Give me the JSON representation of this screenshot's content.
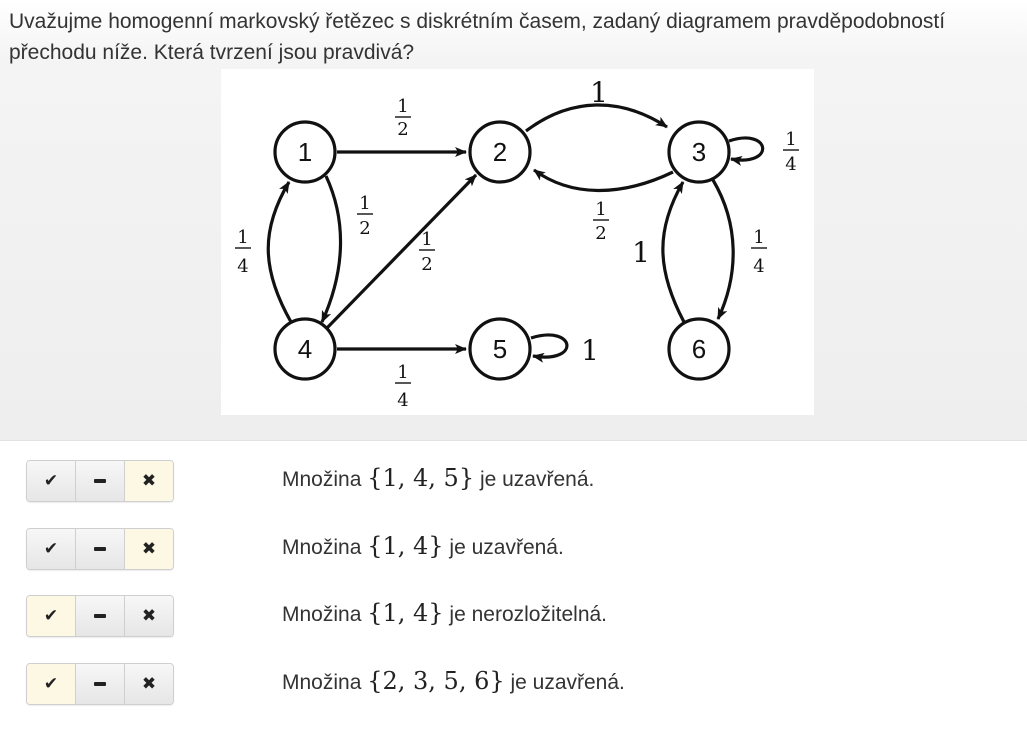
{
  "question": {
    "text": "Uvažujme homogenní markovský řetězec s diskrétním časem, zadaný diagramem pravděpodobností přechodu níže. Která tvrzení jsou pravdivá?"
  },
  "diagram": {
    "nodes": {
      "n1": "1",
      "n2": "2",
      "n3": "3",
      "n4": "4",
      "n5": "5",
      "n6": "6"
    },
    "labels": {
      "p12_num": "1",
      "p12_den": "2",
      "p23": "1",
      "p32_num": "1",
      "p32_den": "2",
      "p33_num": "1",
      "p33_den": "4",
      "p14_num": "1",
      "p14_den": "2",
      "p41_num": "1",
      "p41_den": "4",
      "p42_num": "1",
      "p42_den": "2",
      "p45_num": "1",
      "p45_den": "4",
      "p55": "1",
      "p63": "1",
      "p36_num": "1",
      "p36_den": "4"
    }
  },
  "buttons": {
    "correct": "✔",
    "neutral": "",
    "wrong": "✖"
  },
  "answers": [
    {
      "prefix": "Množina",
      "set": "{1, 4, 5}",
      "suffix": "je uzavřená.",
      "selected": "wrong"
    },
    {
      "prefix": "Množina",
      "set": "{1, 4}",
      "suffix": "je uzavřená.",
      "selected": "wrong"
    },
    {
      "prefix": "Množina",
      "set": "{1, 4}",
      "suffix": "je nerozložitelná.",
      "selected": "correct"
    },
    {
      "prefix": "Množina",
      "set": "{2, 3, 5, 6}",
      "suffix": "je uzavřená.",
      "selected": "correct"
    }
  ]
}
